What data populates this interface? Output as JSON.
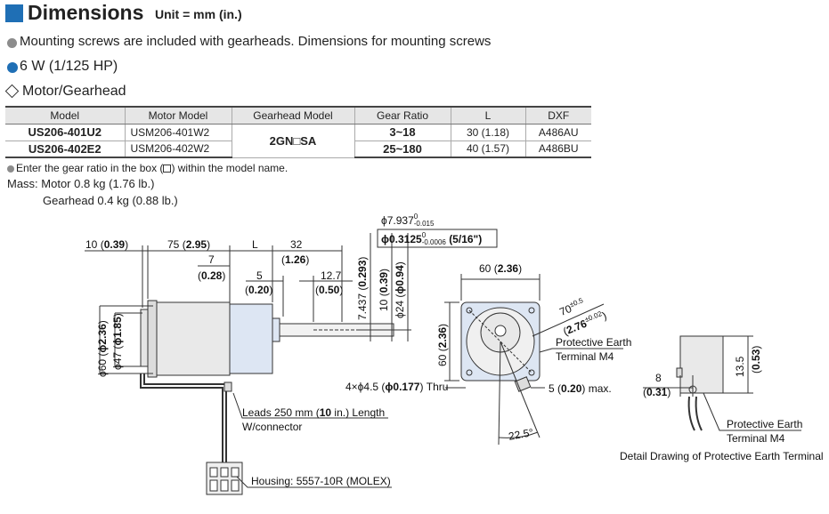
{
  "header": {
    "title": "Dimensions",
    "unit": "Unit = mm (in.)",
    "note": "Mounting screws are included with gearheads. Dimensions for mounting screws",
    "power": "6 W (1/125 HP)",
    "section": "Motor/Gearhead"
  },
  "colors": {
    "accent": "#1f6fb5",
    "motor_shade": "#e8e8e8",
    "gearhead_shade": "#dde6f3"
  },
  "table": {
    "headers": [
      "Model",
      "Motor Model",
      "Gearhead Model",
      "Gear Ratio",
      "L",
      "DXF"
    ],
    "rows": [
      {
        "model": "US206-401U2",
        "motor": "USM206-401W2",
        "gearhead": "2GN□SA",
        "ratio": "3~18",
        "l": "30 (1.18)",
        "dxf": "A486AU"
      },
      {
        "model": "US206-402E2",
        "motor": "USM206-402W2",
        "gearhead": "2GN□SA",
        "ratio": "25~180",
        "l": "40 (1.57)",
        "dxf": "A486BU"
      }
    ],
    "note_before": "Enter the gear ratio in the box (",
    "note_after": ") within the model name."
  },
  "mass": {
    "motor": "Mass: Motor 0.8 kg (1.76 lb.)",
    "gearhead": "Gearhead 0.4 kg (0.88 lb.)"
  },
  "side_view": {
    "dim_10": "10",
    "dim_10_in": "0.39",
    "dim_75": "75",
    "dim_75_in": "2.95",
    "dim_L": "L",
    "dim_32": "32",
    "dim_32_in": "1.26",
    "dim_7": "7",
    "dim_7_in": "0.28",
    "dim_5": "5",
    "dim_5_in": "0.20",
    "dim_12_7": "12.7",
    "dim_12_7_in": "0.50",
    "dim_7_437": "7.437",
    "dim_7_437_in": "0.293",
    "dim_10v": "10",
    "dim_10v_in": "0.39",
    "dim_24": "ϕ24",
    "dim_24_in": "ϕ0.94",
    "dim_60": "ϕ60",
    "dim_60_in": "ϕ2.36",
    "dim_47": "ϕ47",
    "dim_47_in": "ϕ1.85",
    "shaft_mm": "ϕ7.937",
    "shaft_mm_tol_hi": "0",
    "shaft_mm_tol_lo": "-0.015",
    "shaft_in": "ϕ0.3125",
    "shaft_in_tol_hi": "0",
    "shaft_in_tol_lo": "-0.0006",
    "shaft_frac": "(5/16\")",
    "leads_a": "Leads 250 mm (",
    "leads_b": "10",
    "leads_c": " in.) Length",
    "connector": "W/connector",
    "housing": "Housing: 5557-10R (MOLEX)"
  },
  "front_view": {
    "dim_60": "60",
    "dim_60_in": "2.36",
    "dim_60v": "60",
    "dim_60v_in": "2.36",
    "dim_70": "70",
    "dim_70_tol": "±0.5",
    "dim_70_in": "2.76",
    "dim_70_in_tol": "±0.02",
    "pe_terminal_1": "Protective Earth",
    "pe_terminal_2": "Terminal M4",
    "holes_a": "4×ϕ4.5 (",
    "holes_b": "ϕ0.177",
    "holes_c": ") Thru",
    "max_a": "5 (",
    "max_b": "0.20",
    "max_c": ") max.",
    "angle": "22.5°"
  },
  "detail": {
    "dim_13_5": "13.5",
    "dim_13_5_in": "0.53",
    "dim_8": "8",
    "dim_8_in": "0.31",
    "pe_1": "Protective Earth",
    "pe_2": "Terminal M4",
    "caption": "Detail Drawing of Protective Earth Terminal"
  }
}
